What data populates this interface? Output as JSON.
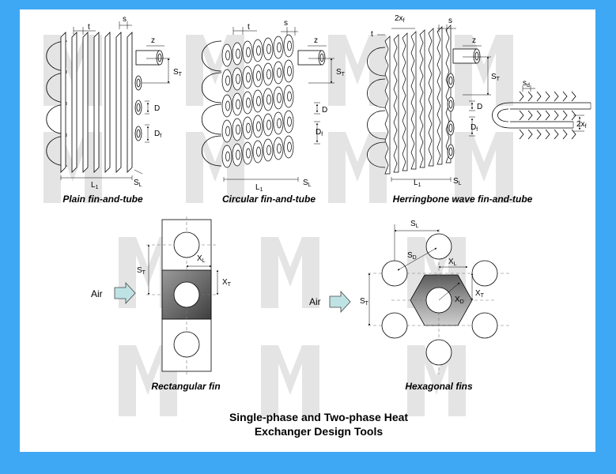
{
  "captions": {
    "plain": "Plain fin-and-tube",
    "circular": "Circular fin-and-tube",
    "herringbone": "Herringbone wave fin-and-tube",
    "rectangular": "Rectangular fin",
    "hexagonal": "Hexagonal fins"
  },
  "title": {
    "line1": "Single-phase and Two-phase Heat",
    "line2": "Exchanger Design Tools"
  },
  "labels": {
    "t": "t",
    "s": "s",
    "z": "z",
    "S": "S",
    "D": "D",
    "L": "L",
    "X": "X",
    "Air": "Air",
    "two_x": "2x",
    "sub_T": "T",
    "sub_L": "L",
    "sub_f": "f",
    "sub_1": "1",
    "sub_d": "d",
    "sub_D": "D"
  },
  "colors": {
    "background": "#3fa8f5",
    "panel": "#ffffff",
    "watermark": "#e4e4e4",
    "arrow_fill": "#bfe3e5"
  }
}
